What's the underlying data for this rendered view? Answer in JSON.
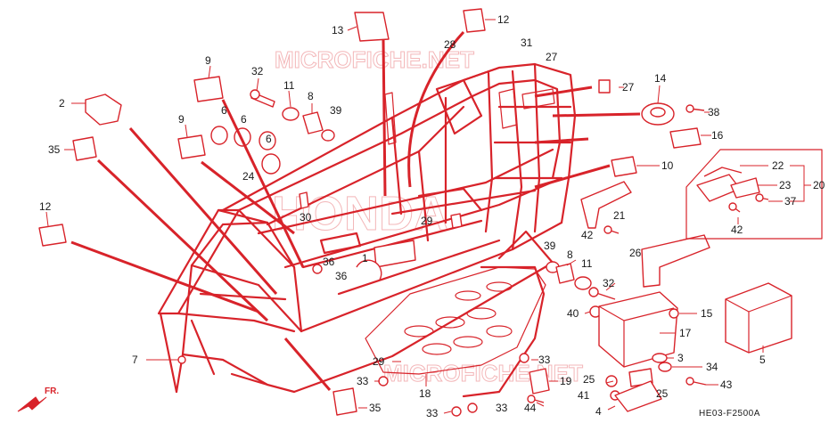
{
  "colors": {
    "line": "#d8232a",
    "text": "#1a1a1a",
    "watermark": "#f3b7b9"
  },
  "watermarks": {
    "top": "MICROFICHE.NET",
    "middle": "HONDA",
    "bottom": "MICROFICHE.NET"
  },
  "diagram_code": "HE03-F2500A",
  "direction_label": "FR.",
  "callouts": [
    {
      "text": "2"
    },
    {
      "text": "35"
    },
    {
      "text": "12"
    },
    {
      "text": "9"
    },
    {
      "text": "32"
    },
    {
      "text": "11"
    },
    {
      "text": "8"
    },
    {
      "text": "39"
    },
    {
      "text": "9"
    },
    {
      "text": "6"
    },
    {
      "text": "6"
    },
    {
      "text": "6"
    },
    {
      "text": "24"
    },
    {
      "text": "13"
    },
    {
      "text": "12"
    },
    {
      "text": "28"
    },
    {
      "text": "31"
    },
    {
      "text": "27"
    },
    {
      "text": "27"
    },
    {
      "text": "14"
    },
    {
      "text": "38"
    },
    {
      "text": "16"
    },
    {
      "text": "10"
    },
    {
      "text": "22"
    },
    {
      "text": "23"
    },
    {
      "text": "20"
    },
    {
      "text": "37"
    },
    {
      "text": "42"
    },
    {
      "text": "21"
    },
    {
      "text": "42"
    },
    {
      "text": "26"
    },
    {
      "text": "30"
    },
    {
      "text": "29"
    },
    {
      "text": "1"
    },
    {
      "text": "36"
    },
    {
      "text": "36"
    },
    {
      "text": "39"
    },
    {
      "text": "8"
    },
    {
      "text": "11"
    },
    {
      "text": "32"
    },
    {
      "text": "40"
    },
    {
      "text": "15"
    },
    {
      "text": "17"
    },
    {
      "text": "5"
    },
    {
      "text": "3"
    },
    {
      "text": "34"
    },
    {
      "text": "25"
    },
    {
      "text": "43"
    },
    {
      "text": "41"
    },
    {
      "text": "25"
    },
    {
      "text": "4"
    },
    {
      "text": "7"
    },
    {
      "text": "29"
    },
    {
      "text": "33"
    },
    {
      "text": "18"
    },
    {
      "text": "33"
    },
    {
      "text": "33"
    },
    {
      "text": "19"
    },
    {
      "text": "35"
    },
    {
      "text": "33"
    },
    {
      "text": "44"
    }
  ]
}
